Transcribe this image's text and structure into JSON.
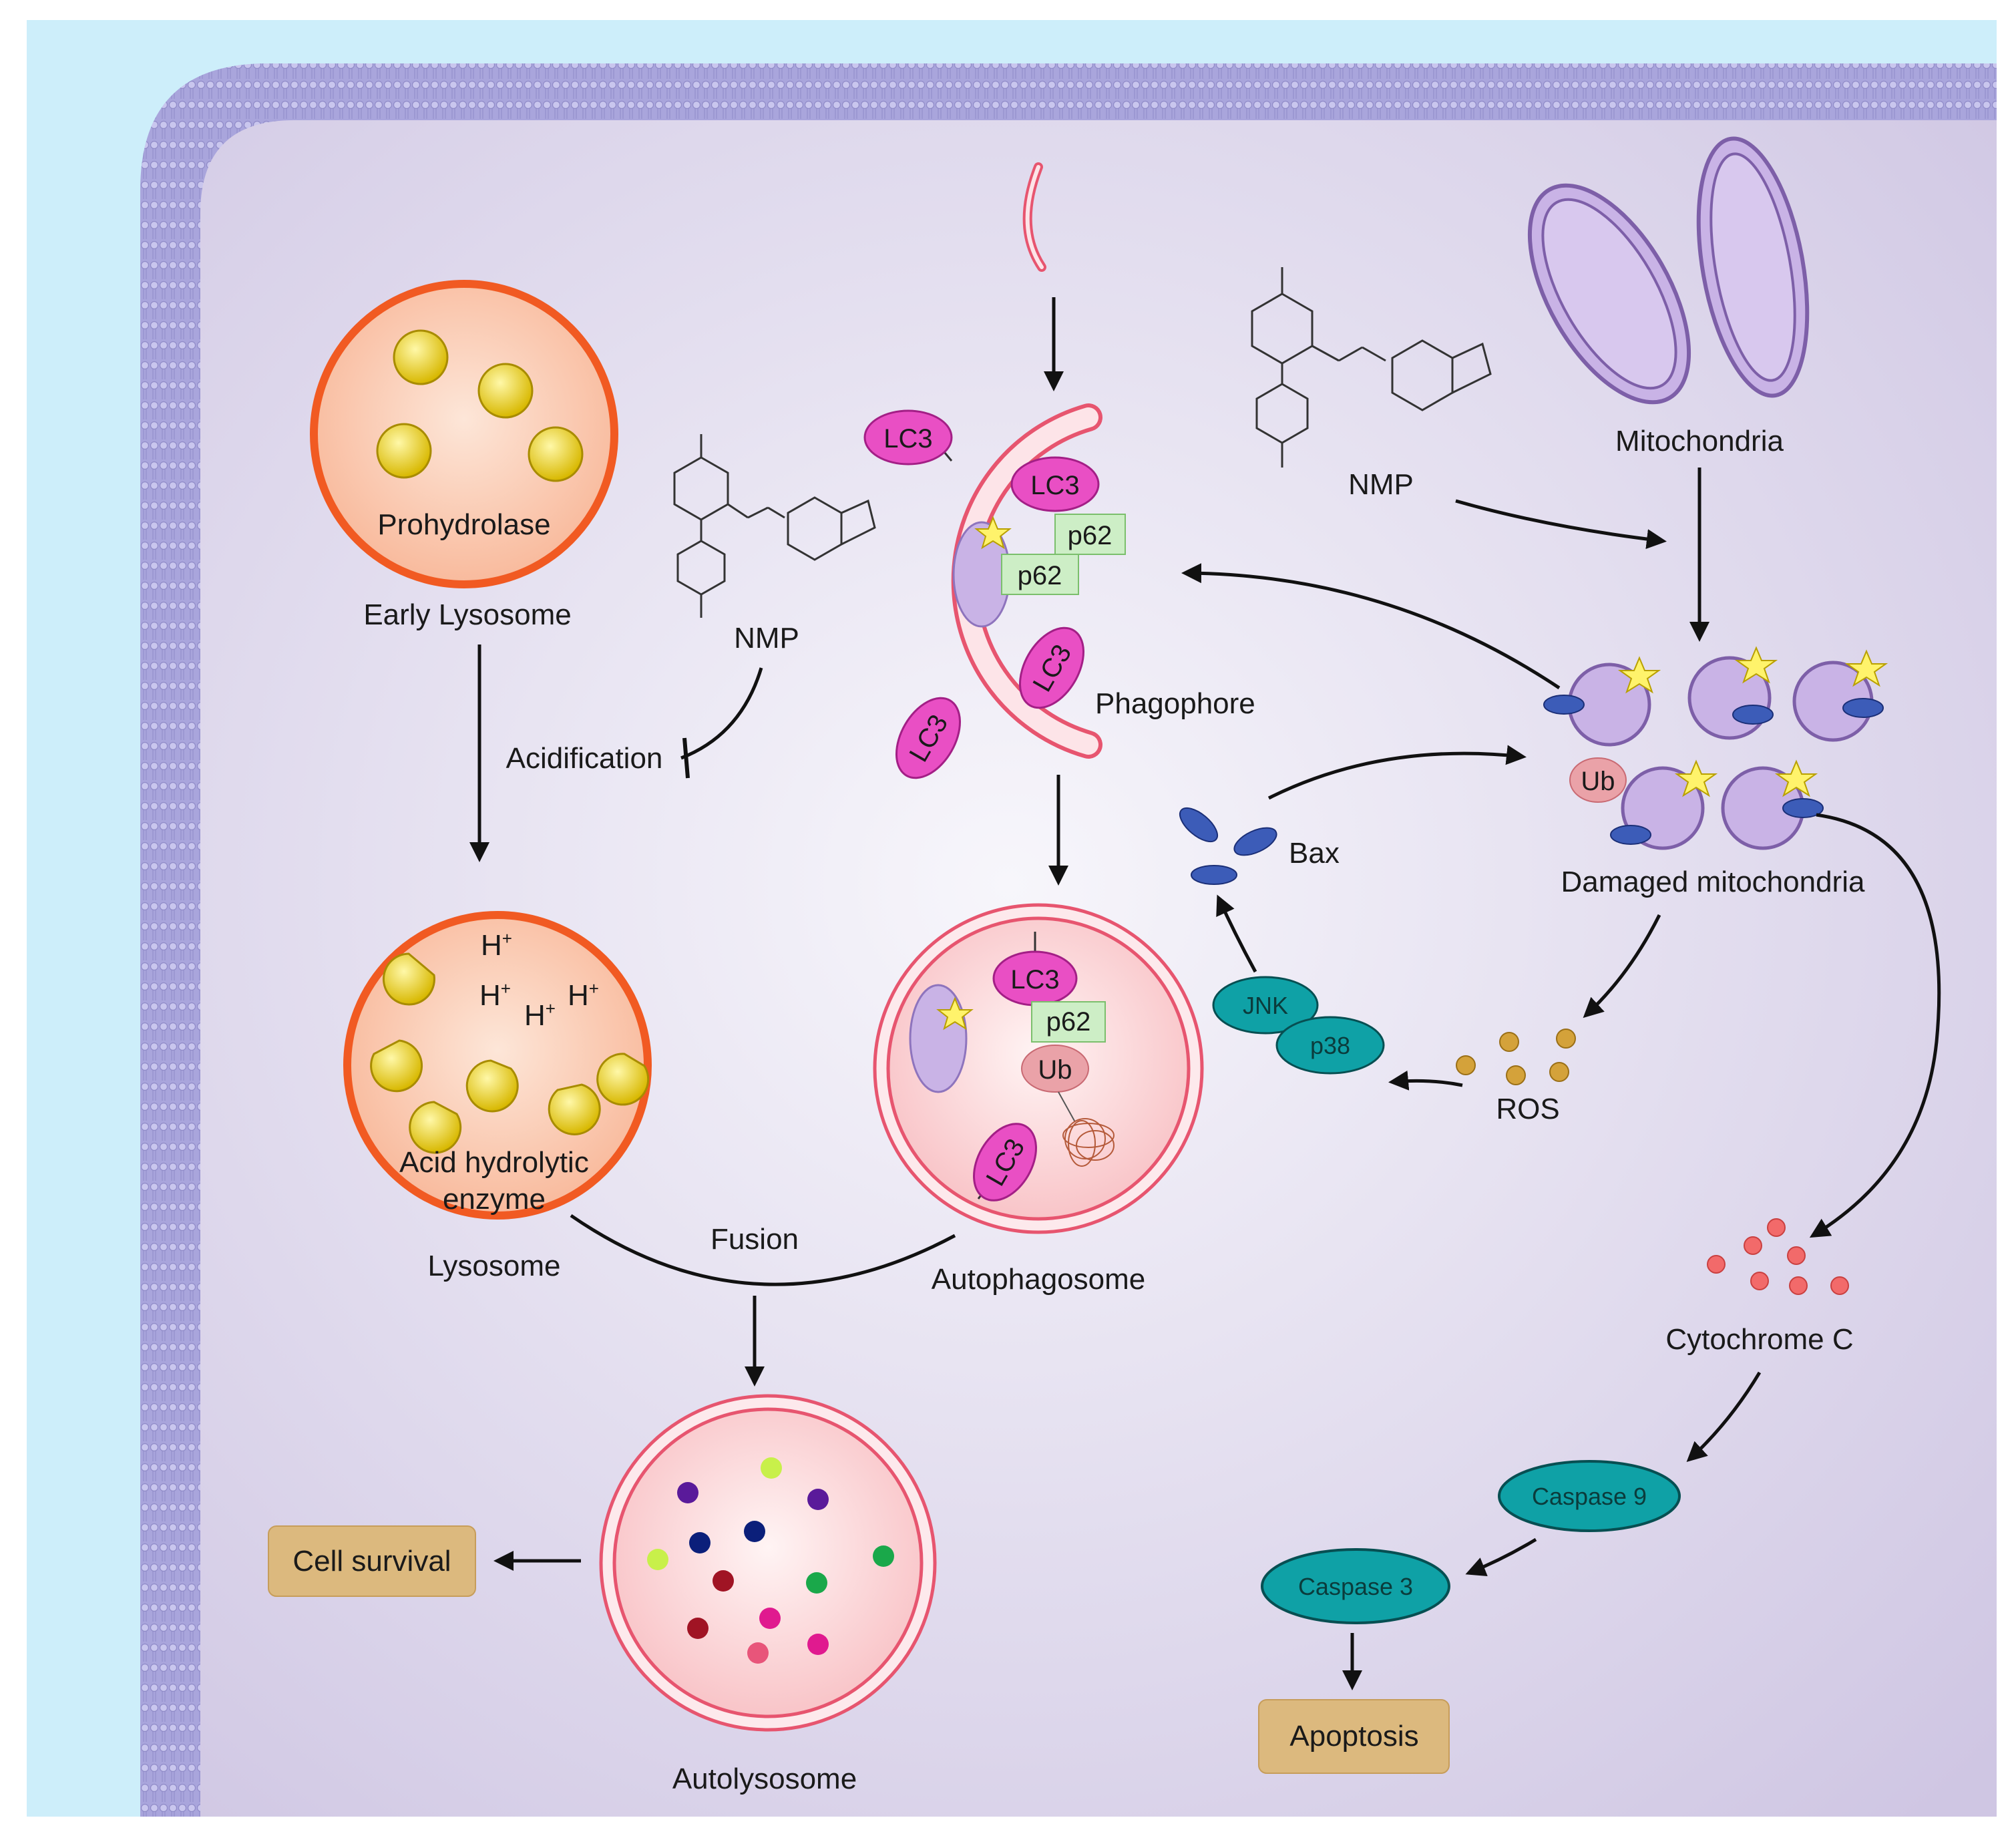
{
  "labels": {
    "prohydrolase": "Prohydrolase",
    "early_lysosome": "Early Lysosome",
    "nmp": "NMP",
    "acidification": "Acidification",
    "lc3": "LC3",
    "p62": "p62",
    "ub": "Ub",
    "phagophore": "Phagophore",
    "mitochondria": "Mitochondria",
    "damaged_mitochondria": "Damaged mitochondria",
    "bax": "Bax",
    "jnk": "JNK",
    "p38": "p38",
    "ros": "ROS",
    "h_plus": "H",
    "plus": "+",
    "acid_hydrolytic": "Acid hydrolytic",
    "enzyme": "enzyme",
    "lysosome": "Lysosome",
    "fusion": "Fusion",
    "autophagosome": "Autophagosome",
    "cytochrome_c": "Cytochrome C",
    "caspase9": "Caspase 9",
    "caspase3": "Caspase 3",
    "apoptosis": "Apoptosis",
    "cell_survival": "Cell survival",
    "autolysosome": "Autolysosome"
  },
  "colors": {
    "cell_bg": "#d8d2ea",
    "membrane": "#b9b4e0",
    "outer_bg": "#cdeefa",
    "lysosome_fill": "#f9c4a7",
    "lysosome_stroke": "#f15a22",
    "enzyme_yellow": "#f2d31b",
    "lc3_magenta": "#e94fc4",
    "p62_green": "#cdeec6",
    "mito_purple": "#c9b3e6",
    "teal": "#0fa1a6",
    "box_tan": "#dcb97e"
  }
}
